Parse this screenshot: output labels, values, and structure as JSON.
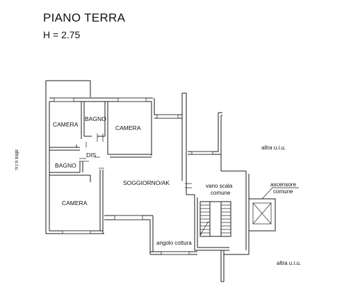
{
  "header": {
    "title": "PIANO TERRA",
    "height_label": "H = 2.75"
  },
  "rooms": {
    "camera_top": "CAMERA",
    "bagno_top": "BAGNO",
    "camera_mid": "CAMERA",
    "dis": "DIS",
    "bagno_left": "BAGNO",
    "camera_bottom": "CAMERA",
    "soggiorno": "SOGGIORNO/AK",
    "vano_scala_1": "vano scala",
    "vano_scala_2": "comune",
    "ascensore_1": "ascensore",
    "ascensore_2": "comune",
    "angolo_cottura": "angolo cottura"
  },
  "neighbors": {
    "altra_top": "altra u.i.u.",
    "altra_bottom": "altra u.i.u.",
    "altra_left": "altra u.i.u."
  }
}
